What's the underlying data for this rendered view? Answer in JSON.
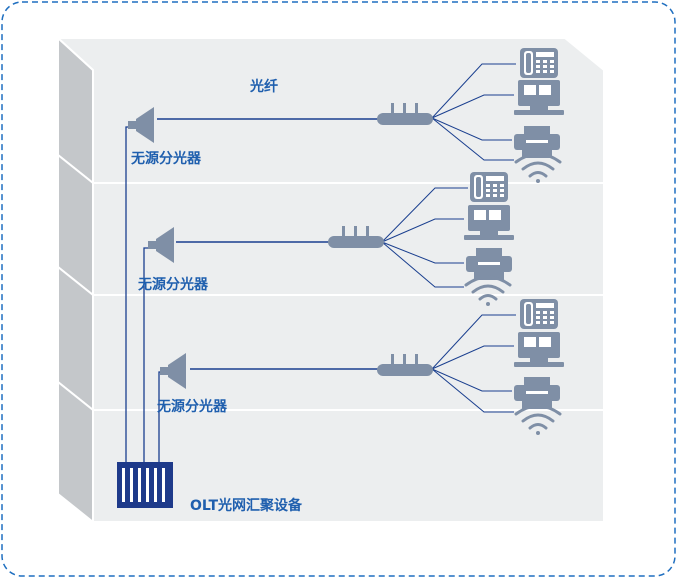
{
  "labels": {
    "fiber": "光纤",
    "splitter_1": "无源分光器",
    "splitter_2": "无源分光器",
    "splitter_3": "无源分光器",
    "olt": "OLT光网汇聚设备"
  },
  "colors": {
    "frame_border": "#1f6fc0",
    "label_blue": "#1f5fae",
    "line_blue": "#1a3f8f",
    "device_gray": "#7f8fa6",
    "olt_blue": "#1e3a8a",
    "floor_light": "#eceeef",
    "floor_side": "#c4c7ca"
  },
  "floors": [
    {
      "splitter": "passive-splitter",
      "onu": "onu-router",
      "terminals": [
        "telephone-icon",
        "computer-icon",
        "printer-icon",
        "wifi-icon"
      ]
    },
    {
      "splitter": "passive-splitter",
      "onu": "onu-router",
      "terminals": [
        "telephone-icon",
        "computer-icon",
        "printer-icon",
        "wifi-icon"
      ]
    },
    {
      "splitter": "passive-splitter",
      "onu": "onu-router",
      "terminals": [
        "telephone-icon",
        "computer-icon",
        "printer-icon",
        "wifi-icon"
      ]
    }
  ]
}
